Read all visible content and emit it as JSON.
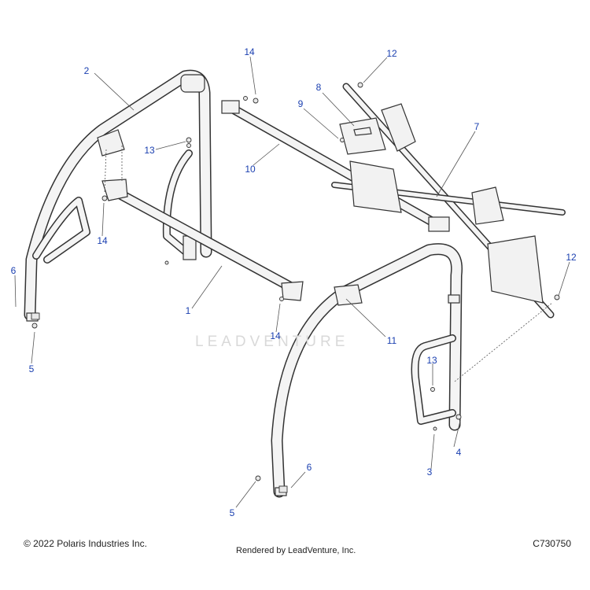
{
  "callouts": [
    {
      "id": "c1",
      "label": "1"
    },
    {
      "id": "c2",
      "label": "2"
    },
    {
      "id": "c3",
      "label": "3"
    },
    {
      "id": "c4",
      "label": "4"
    },
    {
      "id": "c5a",
      "label": "5"
    },
    {
      "id": "c5b",
      "label": "5"
    },
    {
      "id": "c6a",
      "label": "6"
    },
    {
      "id": "c6b",
      "label": "6"
    },
    {
      "id": "c7",
      "label": "7"
    },
    {
      "id": "c8",
      "label": "8"
    },
    {
      "id": "c9",
      "label": "9"
    },
    {
      "id": "c10",
      "label": "10"
    },
    {
      "id": "c11",
      "label": "11"
    },
    {
      "id": "c12a",
      "label": "12"
    },
    {
      "id": "c12b",
      "label": "12"
    },
    {
      "id": "c13a",
      "label": "13"
    },
    {
      "id": "c13b",
      "label": "13"
    },
    {
      "id": "c14a",
      "label": "14"
    },
    {
      "id": "c14b",
      "label": "14"
    },
    {
      "id": "c14c",
      "label": "14"
    }
  ],
  "footer": {
    "copyright": "© 2022 Polaris Industries Inc.",
    "rendered_by": "Rendered by LeadVenture, Inc.",
    "diagram_code": "C730750"
  },
  "watermark": "LEADVENTURE",
  "colors": {
    "callout_text": "#1a3fb0",
    "part_outline": "#333333",
    "part_fill": "#f4f4f4",
    "leader_line": "#555555"
  }
}
